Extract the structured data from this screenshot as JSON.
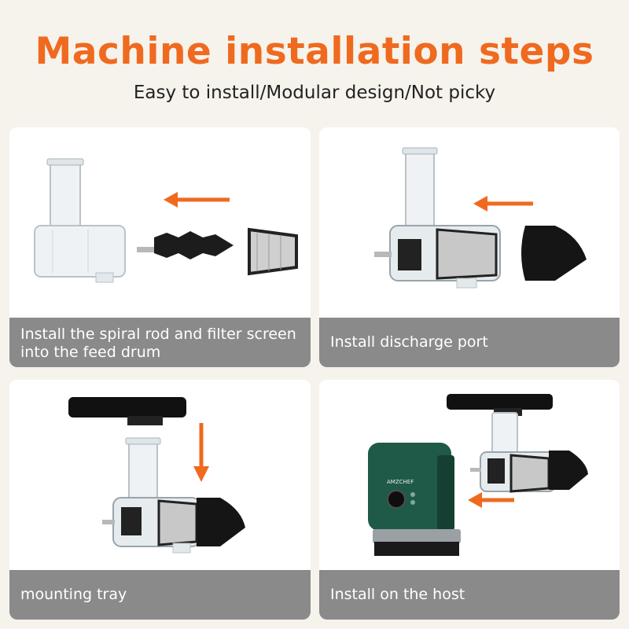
{
  "header": {
    "title": "Machine installation steps",
    "subtitle": "Easy to install/Modular design/Not picky"
  },
  "steps": [
    {
      "caption": "Install the spiral rod and filter screen into the feed drum"
    },
    {
      "caption": "Install discharge port"
    },
    {
      "caption": "mounting tray"
    },
    {
      "caption": "Install on the host"
    }
  ],
  "accent_color": "#ef6a1f",
  "caption_bg": "#8a8a8a",
  "host_color": "#1f5a48",
  "host_brand": "AMZCHEF",
  "icons": [
    "arrow-left-icon",
    "arrow-down-icon"
  ]
}
